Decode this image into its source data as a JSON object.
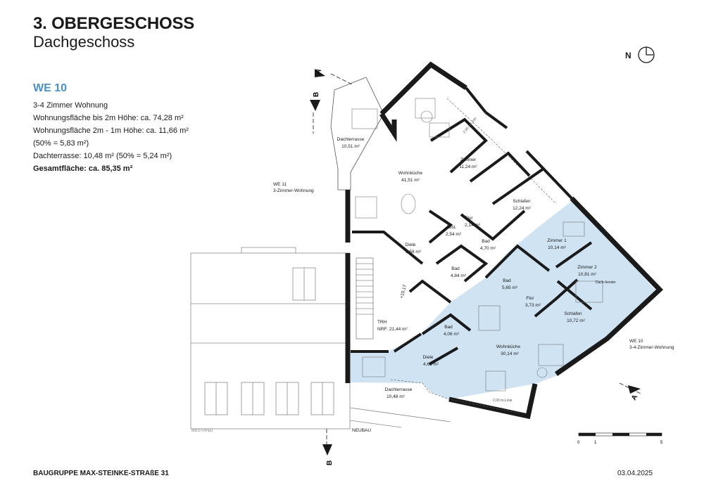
{
  "header": {
    "title": "3. OBERGESCHOSS",
    "subtitle": "Dachgeschoss"
  },
  "north": {
    "label": "N"
  },
  "unit_info": {
    "name": "WE 10",
    "lines": [
      "3-4 Zimmer Wohnung",
      "Wohnungsfläche bis 2m Höhe: ca. 74,28 m²",
      "Wohnungsfläche 2m - 1m Höhe: ca. 11,66 m²",
      "(50% = 5,83 m²)",
      "Dachterrasse: 10,48 m² (50% = 5,24 m²)"
    ],
    "total": "Gesamtfläche: ca. 85,35 m²"
  },
  "rooms": [
    {
      "name": "Dachterrasse",
      "area": "10,51 m²"
    },
    {
      "name": "Wohnküche",
      "area": "41,51 m²"
    },
    {
      "name": "Zimmer",
      "area": "11,24 m²"
    },
    {
      "name": "Schlafen",
      "area": "12,24 m²"
    },
    {
      "name": "Flur",
      "area": "2,14 m²"
    },
    {
      "name": "Abst.",
      "area": "2,54 m²"
    },
    {
      "name": "Bad",
      "area": "4,70 m²"
    },
    {
      "name": "Diele",
      "area": "3,58 m²"
    },
    {
      "name": "Bad",
      "area": "4,84 m²"
    },
    {
      "name": "Zimmer 1",
      "area": "10,14 m²"
    },
    {
      "name": "Zimmer 2",
      "area": "10,81 m²"
    },
    {
      "name": "Bad",
      "area": "5,65 m²"
    },
    {
      "name": "Flur",
      "area": "3,73 m²"
    },
    {
      "name": "Schlafen",
      "area": "10,72 m²"
    },
    {
      "name": "Bad",
      "area": "4,06 m²"
    },
    {
      "name": "Wohnküche",
      "area": "30,14 m²"
    },
    {
      "name": "Diele",
      "area": "4,66 m²"
    },
    {
      "name": "Dachterrasse",
      "area": "10,48 m²"
    }
  ],
  "labels": {
    "we11_a": "WE 11",
    "we11_b": "3-Zimmer-Wohnung",
    "we10_a": "WE 10",
    "we10_b": "3-4-Zimmer-Wohnung",
    "trh": "TRH",
    "nrf": "NRF: 21,44 m²",
    "height": "+10,17",
    "bestand": "BESTAND",
    "neubau": "NEUBAU",
    "line_2m_1": "2,00 m-Linie",
    "line_2m_2": "2,00 m-Linie",
    "dachfenster": "Dach-fenster",
    "section_a": "A",
    "section_b": "B"
  },
  "scale": {
    "ticks": [
      "0",
      "1",
      "5"
    ]
  },
  "footer": {
    "left": "BAUGRUPPE MAX-STEINKE-STRAßE 31",
    "right": "03.04.2025"
  }
}
